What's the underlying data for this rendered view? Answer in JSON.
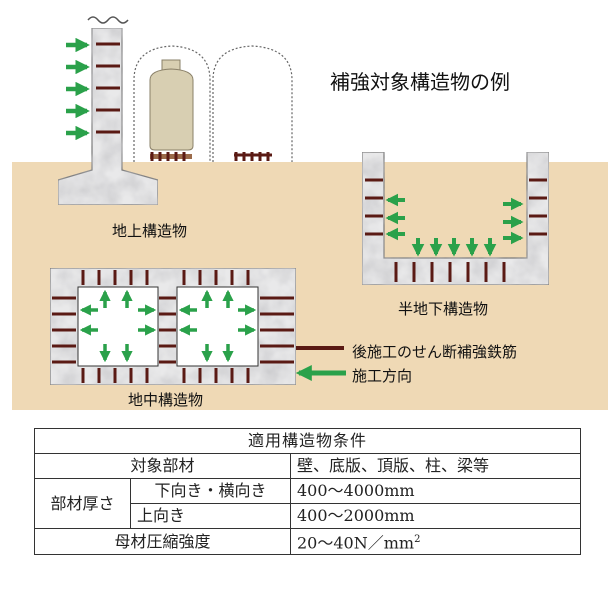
{
  "figure": {
    "title": "補強対象構造物の例",
    "labels": {
      "above_ground": "地上構造物",
      "semi_underground": "半地下構造物",
      "underground": "地中構造物"
    },
    "legend": {
      "rebar": "後施工のせん断補強鉄筋",
      "direction": "施工方向"
    },
    "colors": {
      "soil": "#efd9b5",
      "concrete": "#e9e9ea",
      "rebar": "#5a1a14",
      "arrow": "#2aa14a",
      "tank": "#d8cfb2"
    }
  },
  "table": {
    "header": "適用構造物条件",
    "rows": {
      "target_label": "対象部材",
      "target_value": "壁、底版、頂版、柱、梁等",
      "thickness_label": "部材厚さ",
      "down_side_label": "下向き・横向き",
      "down_side_value": "400～4000mm",
      "up_label": "上向き",
      "up_value": "400～2000mm",
      "strength_label": "母材圧縮強度",
      "strength_value": "20～40N／mm",
      "strength_sup": "2"
    }
  }
}
